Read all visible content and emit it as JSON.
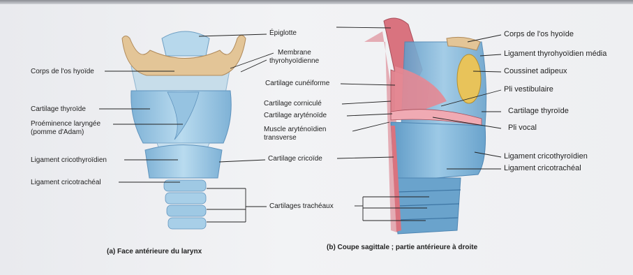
{
  "panel_a": {
    "labels": {
      "hyoid": "Corps de l'os hyoïde",
      "thyroid": "Cartilage thyroïde",
      "prominence_1": "Proéminence laryngée",
      "prominence_2": "(pomme d'Adam)",
      "cricothyroid": "Ligament cricothyroïdien",
      "cricotracheal": "Ligament cricotrachéal"
    },
    "caption": "(a) Face antérieure du larynx"
  },
  "middle": {
    "epiglottis": "Épiglotte",
    "membrane_1": "Membrane",
    "membrane_2": "thyrohyoïdienne",
    "cuneiform": "Cartilage cunéiforme",
    "corniculate": "Cartilage corniculé",
    "arytenoid": "Cartilage aryténoïde",
    "muscle_1": "Muscle aryténoïdien",
    "muscle_2": "transverse",
    "cricoid": "Cartilage cricoïde",
    "tracheal": "Cartilages trachéaux"
  },
  "panel_b": {
    "labels": {
      "hyoid": "Corps de l'os hyoïde",
      "thyrohyoid": "Ligament thyrohyoïdien média",
      "fat_pad": "Coussinet adipeux",
      "vestibular": "Pli vestibulaire",
      "thyroid": "Cartilage thyroïde",
      "vocal": "Pli vocal",
      "cricothyroid": "Ligament cricothyroïdien",
      "cricotracheal": "Ligament cricotrachéal"
    },
    "caption": "(b) Coupe sagittale ; partie antérieure à droite"
  },
  "colors": {
    "cartilage": "#a9cfe6",
    "cartilage_dark": "#6fa8cf",
    "bone": "#e4c79a",
    "muscle": "#d9727f",
    "fat": "#e8c35a"
  }
}
